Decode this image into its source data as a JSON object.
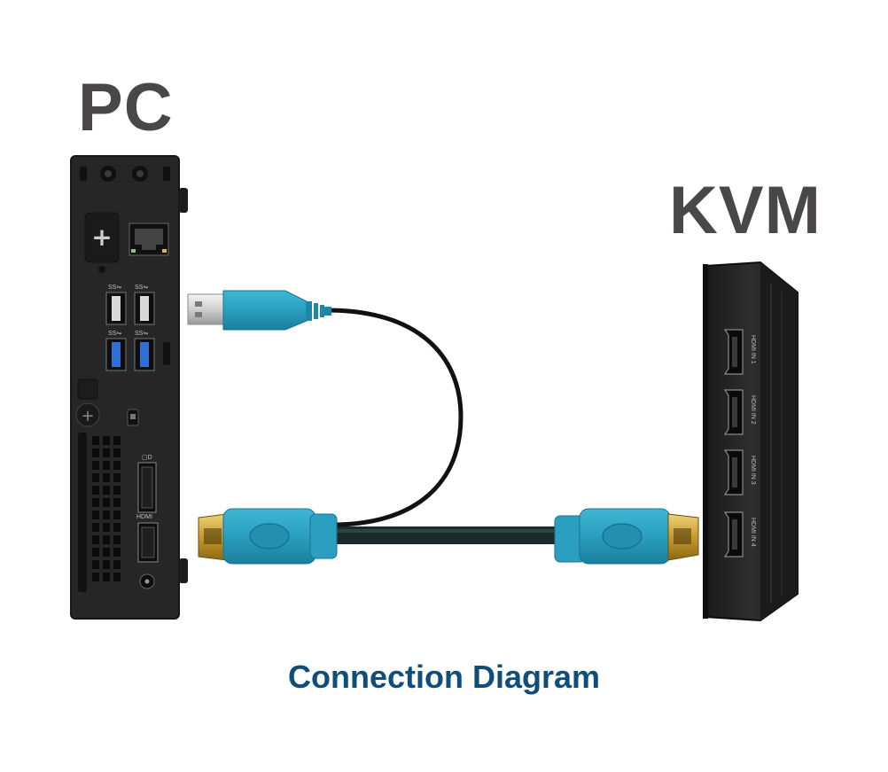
{
  "pc": {
    "title": "PC"
  },
  "kvm": {
    "title": "KVM",
    "ports": [
      "HDMI IN 1",
      "HDMI IN 2",
      "HDMI IN 3",
      "HDMI IN 4"
    ]
  },
  "caption": "Connection Diagram",
  "colors": {
    "title_gray": "#4a4749",
    "caption_blue": "#0f4e7a",
    "connector_teal": "#2a9fbf",
    "device_body": "#262626",
    "usb3_blue": "#2f6fd6",
    "hdmi_gold": "#c79a2c"
  },
  "icons": [
    "usb-plug-icon",
    "hdmi-plug-icon",
    "ethernet-port-icon",
    "usb-port-icon",
    "hdmi-port-icon",
    "displayport-icon",
    "power-jack-icon",
    "lock-slot-icon"
  ]
}
